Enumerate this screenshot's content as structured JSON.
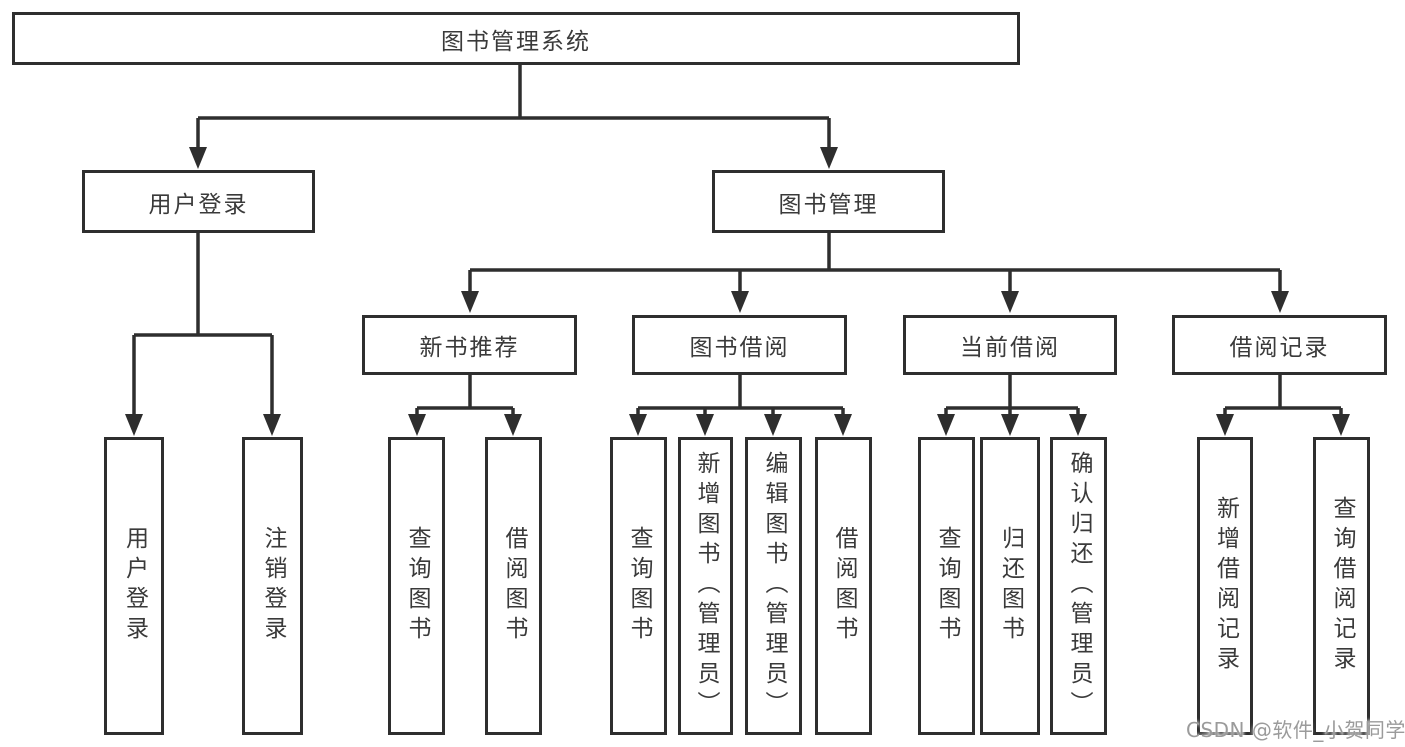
{
  "diagram_type": "hierarchy",
  "colors": {
    "line": "#2e2e2e",
    "text": "#3a3a3a",
    "background": "#ffffff",
    "watermark": "#9b9b9b"
  },
  "watermark": {
    "text": "CSDN @软件_小贺同学"
  },
  "tree": {
    "label": "图书管理系统",
    "children": [
      {
        "label": "用户登录",
        "children": [
          {
            "label": "用户登录"
          },
          {
            "label": "注销登录"
          }
        ]
      },
      {
        "label": "图书管理",
        "children": [
          {
            "label": "新书推荐",
            "children": [
              {
                "label": "查询图书"
              },
              {
                "label": "借阅图书"
              }
            ]
          },
          {
            "label": "图书借阅",
            "children": [
              {
                "label": "查询图书"
              },
              {
                "label": "新增图书（管理员）"
              },
              {
                "label": "编辑图书（管理员）"
              },
              {
                "label": "借阅图书"
              }
            ]
          },
          {
            "label": "当前借阅",
            "children": [
              {
                "label": "查询图书"
              },
              {
                "label": "归还图书"
              },
              {
                "label": "确认归还（管理员）"
              }
            ]
          },
          {
            "label": "借阅记录",
            "children": [
              {
                "label": "新增借阅记录"
              },
              {
                "label": "查询借阅记录"
              }
            ]
          }
        ]
      }
    ]
  }
}
